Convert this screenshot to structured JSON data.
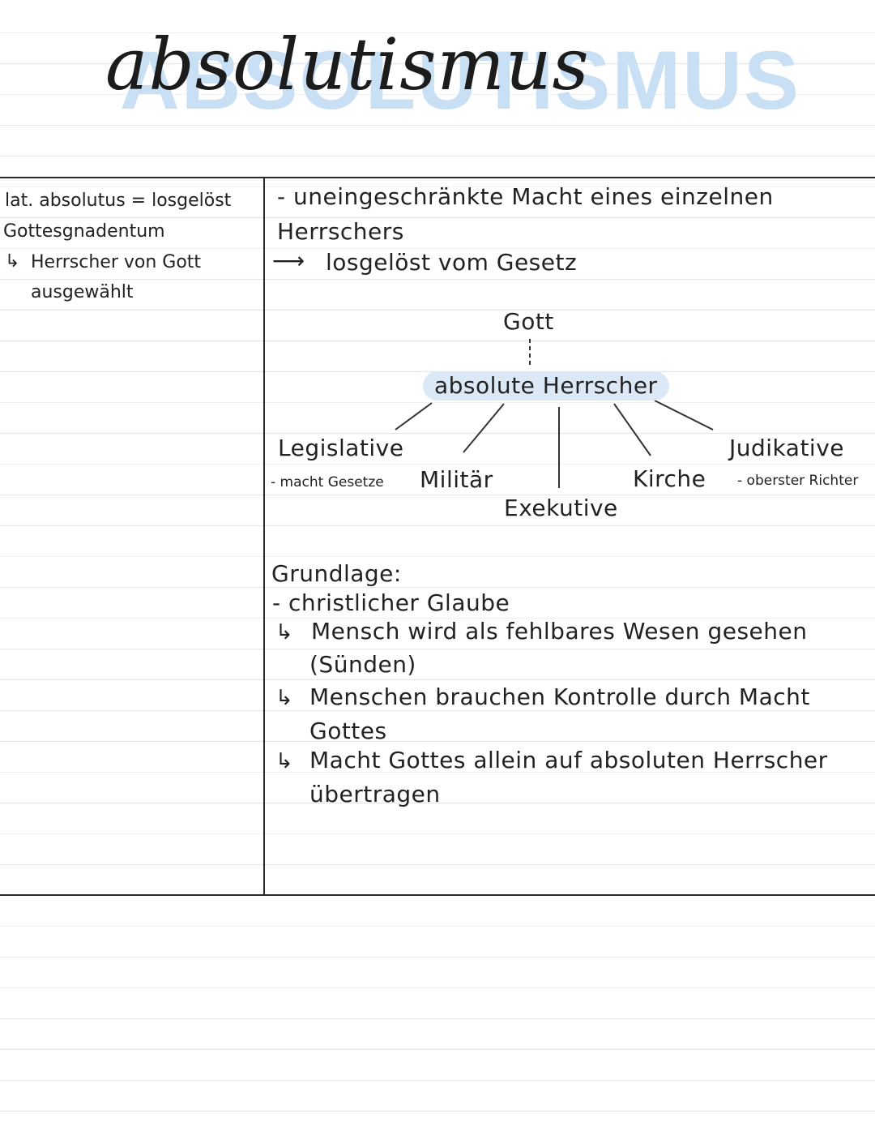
{
  "title": {
    "text": "absolutismus",
    "shadow_text": "ABSOLUTISMUS"
  },
  "left_column": {
    "line1": "lat. absolutus = losgelöst",
    "line2": "Gottesgnadentum",
    "line3_arrow": "↳",
    "line3": "Herrscher von Gott",
    "line4": "ausgewählt"
  },
  "definition": {
    "line1": "- uneingeschränkte Macht eines einzelnen",
    "line2": "Herrschers",
    "arrow": "⟶",
    "line3": "losgelöst vom Gesetz"
  },
  "diagram": {
    "top": "Gott",
    "center": "absolute Herrscher",
    "legislative": "Legislative",
    "legislative_note": "- macht Gesetze",
    "military": "Militär",
    "executive": "Exekutive",
    "church": "Kirche",
    "judicative": "Judikative",
    "judicative_note": "- oberster Richter"
  },
  "foundation": {
    "heading": "Grundlage:",
    "point": "- christlicher Glaube",
    "sub_arrow": "↳",
    "sub1_line1": "Mensch wird als fehlbares  Wesen gesehen",
    "sub1_line2": "(Sünden)",
    "sub2_line1": "Menschen brauchen Kontrolle durch Macht",
    "sub2_line2": "Gottes",
    "sub3_line1": "Macht Gottes allein auf absoluten Herrscher",
    "sub3_line2": "übertragen"
  },
  "colors": {
    "ink": "#222222",
    "title_shadow": "#c9dff4",
    "highlight": "#dbe9f7",
    "ruled_line": "#e4e7ea"
  }
}
